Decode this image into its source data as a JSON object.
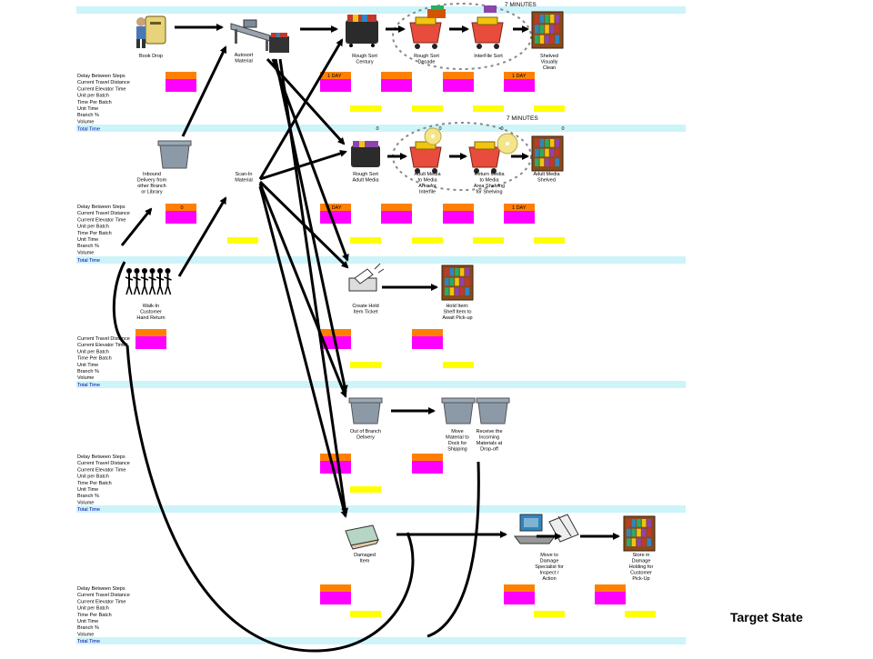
{
  "colors": {
    "band": "#ccf4f9",
    "delay": "#ff8000",
    "magenta": "#ff00ff",
    "yellow": "#ffff00",
    "zero": "#000000",
    "arrow": "#000000"
  },
  "page_title": "Target State",
  "labels": {
    "delay_between_steps": "Delay Between Steps",
    "current_travel_distance": "Current Travel Distance",
    "current_elevator_time": "Current Elevator Time",
    "unit_per_batch": "Unit per Batch",
    "time_per_batch": "Time Per Batch",
    "unit_time": "Unit Time",
    "branch_pct": "Branch %",
    "volume": "Volume",
    "total_time": "Total Time"
  },
  "steps": {
    "book_drop": [
      "Book Drop"
    ],
    "autosort": [
      "Autosort",
      "Material"
    ],
    "rough_sort_century": [
      "Rough Sort",
      "Century"
    ],
    "rough_sort_decade": [
      "Rough Sort",
      "Decade"
    ],
    "interfile_sort": [
      "InterFile Sort"
    ],
    "shelved_visually_clean": [
      "Shelved",
      "Visually",
      "Clean"
    ],
    "inbound_delivery": [
      "Inbound",
      "Delivery from",
      "other Branch",
      "or Library"
    ],
    "scan_in": [
      "Scan-In",
      "Material"
    ],
    "rough_sort_adult_media": [
      "Rough Sort",
      "Adult Media"
    ],
    "adult_media_interfile": [
      "Adult Media",
      "to Media",
      "Area for",
      "Interfile"
    ],
    "return_media": [
      "Return Media",
      "to Media",
      "Area Shelving",
      "for Shelving"
    ],
    "adult_media_shelved": [
      "Adult Media",
      "Shelved"
    ],
    "walk_in": [
      "Walk-In",
      "Customer",
      "Hand Return"
    ],
    "create_hold": [
      "Create Hold",
      "Item Ticket"
    ],
    "hold_item": [
      "Hold Item:",
      "Shelf Item to",
      "Await Pick-up"
    ],
    "out_of_branch": [
      "Out of Branch",
      "Delivery"
    ],
    "move_to_dock": [
      "Move",
      "Material to",
      "Dock for",
      "Shipping"
    ],
    "receive_incoming": [
      "Receive the",
      "Incoming",
      "Materials at",
      "Drop-off"
    ],
    "damaged_item": [
      "Damaged",
      "Item"
    ],
    "move_to_damage": [
      "Move to",
      "Damage",
      "Specialist for",
      "Inspect /",
      "Action"
    ],
    "store_in_damage": [
      "Store in",
      "Damage",
      "Holding for",
      "Customer",
      "Pick-Up"
    ]
  },
  "callouts": {
    "seven_minutes_1": "7 MINUTES",
    "seven_minutes_2": "7 MINUTES",
    "one_day": "1 DAY",
    "zero": "0"
  }
}
